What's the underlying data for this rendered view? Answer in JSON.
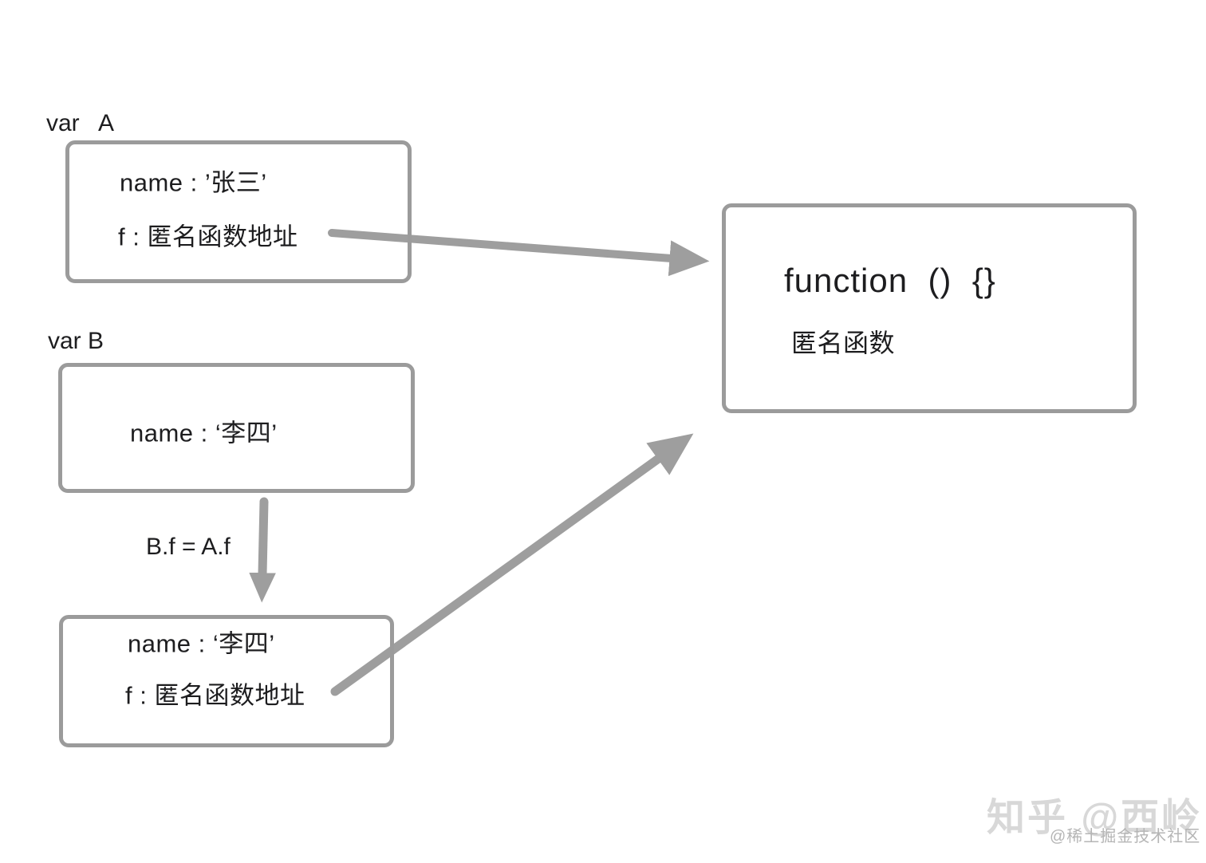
{
  "colors": {
    "bg": "#ffffff",
    "border-gray": "#9b9b9b",
    "arrow-gray": "#9e9e9e",
    "text-dark": "#1d1d1f",
    "watermark-light": "#d8d8d8",
    "watermark-mid": "#b5b5b5"
  },
  "labels": {
    "var_a": "var   A",
    "var_b": "var B",
    "assignment": "B.f = A.f"
  },
  "box_a": {
    "name_line": "name : ’张三’",
    "f_line": "f : 匿名函数地址"
  },
  "box_b": {
    "name_line": "name : ‘李四’"
  },
  "box_b_after": {
    "name_line": "name : ‘李四’",
    "f_line": "f : 匿名函数地址"
  },
  "function_box": {
    "signature": "function  ()  {}",
    "body_label": "匿名函数"
  },
  "watermark": {
    "main": "知乎 @西岭",
    "sub": "@稀土掘金技术社区"
  }
}
